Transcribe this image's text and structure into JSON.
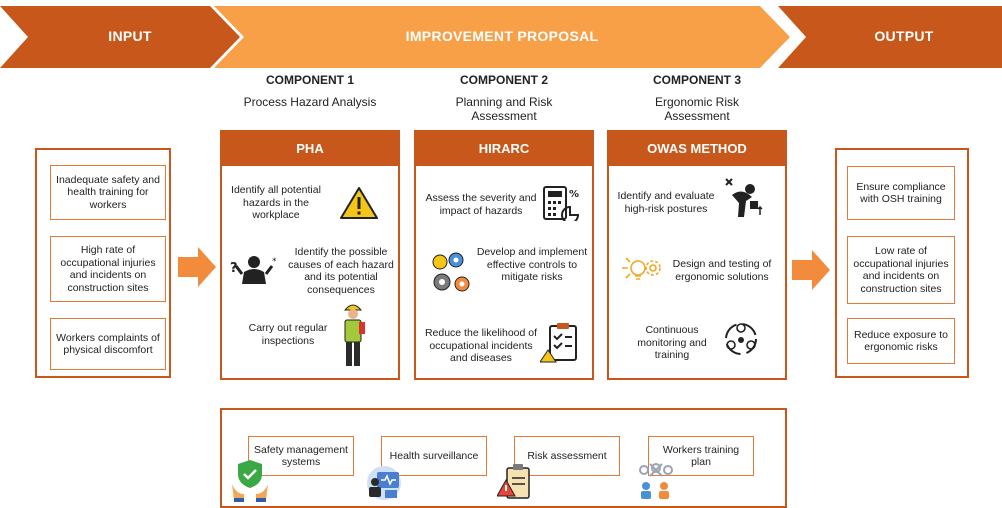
{
  "banner": {
    "input": "INPUT",
    "proposal": "IMPROVEMENT PROPOSAL",
    "output": "OUTPUT",
    "colors": {
      "banner": "#f7a048",
      "dark": "#c8571b",
      "box_border": "#e07b39"
    }
  },
  "components": [
    {
      "title": "COMPONENT 1",
      "subtitle": "Process Hazard Analysis",
      "method": "PHA",
      "items": [
        "Identify all potential hazards in the workplace",
        "Identify the possible causes of each hazard and its potential consequences",
        "Carry out regular inspections"
      ],
      "icons": [
        "warning-icon",
        "confused-worker-icon",
        "construction-worker-icon"
      ]
    },
    {
      "title": "COMPONENT 2",
      "subtitle": "Planning and Risk Assessment",
      "method": "HIRARC",
      "items": [
        "Assess the severity and impact of hazards",
        "Develop and implement effective controls to mitigate risks",
        "Reduce the likelihood of occupational incidents and diseases"
      ],
      "icons": [
        "calculator-chart-icon",
        "gears-icon",
        "clipboard-icon"
      ]
    },
    {
      "title": "COMPONENT 3",
      "subtitle": "Ergonomic Risk Assessment",
      "method": "OWAS METHOD",
      "items": [
        "Identify and evaluate high-risk postures",
        "Design and testing of ergonomic solutions",
        "Continuous monitoring and training"
      ],
      "icons": [
        "bending-worker-icon",
        "lightbulb-gear-icon",
        "cycle-monitoring-icon"
      ]
    }
  ],
  "inputs": [
    "Inadequate safety and health training for workers",
    "High rate of occupational injuries and incidents on construction sites",
    "Workers complaints of physical discomfort"
  ],
  "outputs": [
    "Ensure compliance with OSH training",
    "Low rate of occupational injuries and incidents on construction sites",
    "Reduce exposure to ergonomic risks"
  ],
  "foundation": [
    {
      "label": "Safety management systems",
      "icon": "shield-hands-icon"
    },
    {
      "label": "Health surveillance",
      "icon": "medical-screen-icon"
    },
    {
      "label": "Risk assessment",
      "icon": "risk-clipboard-icon"
    },
    {
      "label": "Workers training plan",
      "icon": "training-icon"
    }
  ]
}
